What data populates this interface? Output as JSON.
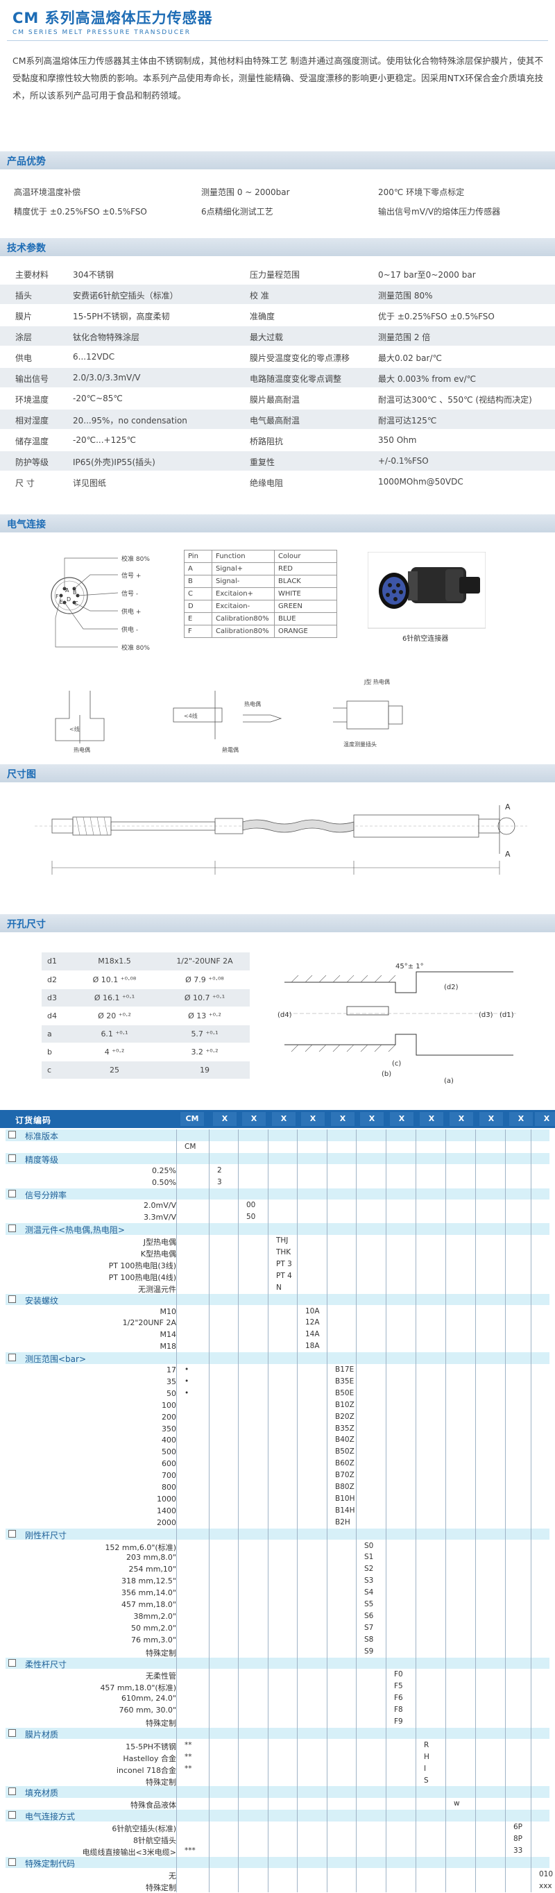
{
  "header": {
    "title": "CM 系列高温熔体压力传感器",
    "subtitle": "CM SERIES MELT PRESSURE TRANSDUCER"
  },
  "intro": "CM系列高温熔体压力传感器其主体由不锈钢制成，其他材料由特殊工艺 制造并通过高强度测试。使用钛化合物特殊涂层保护膜片，使其不受黏度和摩擦性较大物质的影响。本系列产品使用寿命长，测量性能精确、受温度漂移的影响更小更稳定。因采用NTX环保合金介质填充技术，所以该系列产品可用于食品和制药领域。",
  "sections": {
    "advantages": "产品优势",
    "specs": "技术参数",
    "electrical": "电气连接",
    "dimensions": "尺寸图",
    "hole": "开孔尺寸"
  },
  "advantages": [
    [
      "高温环境温度补偿",
      "测量范围 0 ~ 2000bar",
      "200℃ 环境下零点标定"
    ],
    [
      "精度优于 ±0.25%FSO   ±0.5%FSO",
      "6点精细化测试工艺",
      "输出信号mV/V的熔体压力传感器"
    ]
  ],
  "specs": [
    [
      "主要材料",
      "304不锈钢",
      "压力量程范围",
      "0~17 bar至0~2000 bar"
    ],
    [
      "插头",
      "安费诺6针航空插头（标准）",
      "校   准",
      "测量范围 80%"
    ],
    [
      "膜片",
      "15-5PH不锈钢，高度柔韧",
      "准确度",
      "优于 ±0.25%FSO    ±0.5%FSO"
    ],
    [
      "涂层",
      "钛化合物特殊涂层",
      "最大过载",
      "测量范围 2 倍"
    ],
    [
      "供电",
      "6...12VDC",
      "膜片受温度变化的零点漂移",
      "最大0.02 bar/℃"
    ],
    [
      "输出信号",
      "2.0/3.0/3.3mV/V",
      "电路随温度变化零点调整",
      "最大 0.003% from ev/℃"
    ],
    [
      "环境温度",
      "-20℃~85℃",
      "膜片最高耐温",
      "耐温可达300℃ 、550℃ (视结构而决定)"
    ],
    [
      "相对湿度",
      "20...95%，no condensation",
      "电气最高耐温",
      "耐温可达125℃"
    ],
    [
      "储存温度",
      "-20℃...+125℃",
      "桥路阻抗",
      " 350  Ohm"
    ],
    [
      "防护等级",
      "IP65(外壳)IP55(插头)",
      "重复性",
      "+/-0.1%FSO"
    ],
    [
      "尺   寸",
      "详见图纸",
      "绝缘电阻",
      "1000MOhm@50VDC"
    ]
  ],
  "connector": {
    "labels": [
      "校准  80%",
      "信号 +",
      "信号 -",
      "供电 +",
      "供电 -",
      "校准 80%"
    ],
    "pin_letters": [
      "A",
      "B",
      "C",
      "D",
      "E",
      "F"
    ],
    "pin_table_header": [
      "Pin",
      "Function",
      "Colour"
    ],
    "pins": [
      [
        "A",
        "Signal+",
        "RED"
      ],
      [
        "B",
        "Signal-",
        "BLACK"
      ],
      [
        "C",
        "Excitaion+",
        "WHITE"
      ],
      [
        "D",
        "Excitaion-",
        "GREEN"
      ],
      [
        "E",
        "Calibration80%",
        "BLUE"
      ],
      [
        "F",
        "Calibration80%",
        "ORANGE"
      ]
    ],
    "photo_caption": "6针航空连接器",
    "wiring_labels": [
      "热电偶",
      "熱電偶",
      "热电偶",
      "温度测量插头",
      "J型 热电偶"
    ]
  },
  "dimension_labels": [
    "A",
    "A"
  ],
  "hole_table": {
    "header": [
      "d1",
      "M18x1.5",
      "1/2\"-20UNF 2A"
    ],
    "rows": [
      [
        "d2",
        "Ø 10.1 ⁺⁰·⁰⁸",
        "Ø 7.9 ⁺⁰·⁰⁸"
      ],
      [
        "d3",
        "Ø 16.1 ⁺⁰·¹",
        "Ø 10.7 ⁺⁰·¹"
      ],
      [
        "d4",
        "Ø 20 ⁺⁰·²",
        "Ø 13 ⁺⁰·²"
      ],
      [
        "a",
        "6.1 ⁺⁰·¹",
        "5.7 ⁺⁰·¹"
      ],
      [
        "b",
        "4 ⁺⁰·²",
        "3.2 ⁺⁰·²"
      ],
      [
        "c",
        "25",
        "19"
      ]
    ],
    "diagram_labels": [
      "45°± 1°",
      "(d2)",
      "(d4)",
      "(d3)",
      "(d1)",
      "(c)",
      "(b)",
      "(a)"
    ]
  },
  "order": {
    "header_label": "订货编码",
    "header_cells": [
      "CM",
      "X",
      "X",
      "X",
      "X",
      "X",
      "X",
      "X",
      "X",
      "X",
      "X",
      "X",
      "X"
    ],
    "rows": [
      {
        "type": "cat",
        "text": "标准版本"
      },
      {
        "type": "item",
        "label": "",
        "codes": [
          [
            "CM",
            0
          ]
        ]
      },
      {
        "type": "cat",
        "text": "精度等级"
      },
      {
        "type": "item",
        "label": "0.25%",
        "codes": [
          [
            "2",
            1
          ]
        ]
      },
      {
        "type": "item",
        "label": "0.50%",
        "codes": [
          [
            "3",
            1
          ]
        ]
      },
      {
        "type": "cat",
        "text": "信号分辨率"
      },
      {
        "type": "item",
        "label": "2.0mV/V",
        "codes": [
          [
            "00",
            2
          ]
        ]
      },
      {
        "type": "item",
        "label": "3.3mV/V",
        "codes": [
          [
            "50",
            2
          ]
        ]
      },
      {
        "type": "cat",
        "text": "测温元件<热电偶,热电阻>"
      },
      {
        "type": "item",
        "label": "J型热电偶",
        "codes": [
          [
            "THJ",
            3
          ]
        ]
      },
      {
        "type": "item",
        "label": "K型热电偶",
        "codes": [
          [
            "THK",
            3
          ]
        ]
      },
      {
        "type": "item",
        "label": "PT 100热电阻(3线)",
        "codes": [
          [
            "PT 3",
            3
          ]
        ]
      },
      {
        "type": "item",
        "label": "PT 100热电阻(4线)",
        "codes": [
          [
            "PT 4",
            3
          ]
        ]
      },
      {
        "type": "item",
        "label": "无测温元件",
        "codes": [
          [
            "N",
            3
          ]
        ]
      },
      {
        "type": "cat",
        "text": "安装螺纹"
      },
      {
        "type": "item",
        "label": "M10",
        "codes": [
          [
            "10A",
            4
          ]
        ]
      },
      {
        "type": "item",
        "label": "1/2\"20UNF 2A",
        "codes": [
          [
            "12A",
            4
          ]
        ]
      },
      {
        "type": "item",
        "label": "M14",
        "codes": [
          [
            "14A",
            4
          ]
        ]
      },
      {
        "type": "item",
        "label": "M18",
        "codes": [
          [
            "18A",
            4
          ]
        ]
      },
      {
        "type": "cat",
        "text": "测压范围<bar>"
      },
      {
        "type": "item",
        "label": "17",
        "codes": [
          [
            "•",
            0
          ],
          [
            "B17E",
            5
          ]
        ]
      },
      {
        "type": "item",
        "label": "35",
        "codes": [
          [
            "•",
            0
          ],
          [
            "B35E",
            5
          ]
        ]
      },
      {
        "type": "item",
        "label": "50",
        "codes": [
          [
            "•",
            0
          ],
          [
            "B50E",
            5
          ]
        ]
      },
      {
        "type": "item",
        "label": "100",
        "codes": [
          [
            "B10Z",
            5
          ]
        ]
      },
      {
        "type": "item",
        "label": "200",
        "codes": [
          [
            "B20Z",
            5
          ]
        ]
      },
      {
        "type": "item",
        "label": "350",
        "codes": [
          [
            "B35Z",
            5
          ]
        ]
      },
      {
        "type": "item",
        "label": "400",
        "codes": [
          [
            "B40Z",
            5
          ]
        ]
      },
      {
        "type": "item",
        "label": "500",
        "codes": [
          [
            "B50Z",
            5
          ]
        ]
      },
      {
        "type": "item",
        "label": "600",
        "codes": [
          [
            "B60Z",
            5
          ]
        ]
      },
      {
        "type": "item",
        "label": "700",
        "codes": [
          [
            "B70Z",
            5
          ]
        ]
      },
      {
        "type": "item",
        "label": "800",
        "codes": [
          [
            "B80Z",
            5
          ]
        ]
      },
      {
        "type": "item",
        "label": "1000",
        "codes": [
          [
            "B10H",
            5
          ]
        ]
      },
      {
        "type": "item",
        "label": "1400",
        "codes": [
          [
            "B14H",
            5
          ]
        ]
      },
      {
        "type": "item",
        "label": "2000",
        "codes": [
          [
            "B2H",
            5
          ]
        ]
      },
      {
        "type": "cat",
        "text": "刚性杆尺寸"
      },
      {
        "type": "item",
        "label": "152 mm,6.0\"(标准)",
        "codes": [
          [
            "S0",
            6
          ]
        ]
      },
      {
        "type": "item",
        "label": "203 mm,8.0\"",
        "codes": [
          [
            "S1",
            6
          ]
        ]
      },
      {
        "type": "item",
        "label": "254 mm,10\"",
        "codes": [
          [
            "S2",
            6
          ]
        ]
      },
      {
        "type": "item",
        "label": "318 mm,12.5\"",
        "codes": [
          [
            "S3",
            6
          ]
        ]
      },
      {
        "type": "item",
        "label": "356 mm,14.0\"",
        "codes": [
          [
            "S4",
            6
          ]
        ]
      },
      {
        "type": "item",
        "label": "457 mm,18.0\"",
        "codes": [
          [
            "S5",
            6
          ]
        ]
      },
      {
        "type": "item",
        "label": "38mm,2.0\"",
        "codes": [
          [
            "S6",
            6
          ]
        ]
      },
      {
        "type": "item",
        "label": "50 mm,2.0\"",
        "codes": [
          [
            "S7",
            6
          ]
        ]
      },
      {
        "type": "item",
        "label": "76 mm,3.0\"",
        "codes": [
          [
            "S8",
            6
          ]
        ]
      },
      {
        "type": "item",
        "label": "特殊定制",
        "codes": [
          [
            "S9",
            6
          ]
        ]
      },
      {
        "type": "cat",
        "text": "柔性杆尺寸"
      },
      {
        "type": "item",
        "label": "无柔性管",
        "codes": [
          [
            "F0",
            7
          ]
        ]
      },
      {
        "type": "item",
        "label": "457 mm,18.0\"(标准)",
        "codes": [
          [
            "F5",
            7
          ]
        ]
      },
      {
        "type": "item",
        "label": "610mm, 24.0\"",
        "codes": [
          [
            "F6",
            7
          ]
        ]
      },
      {
        "type": "item",
        "label": "760 mm, 30.0\"",
        "codes": [
          [
            "F8",
            7
          ]
        ]
      },
      {
        "type": "item",
        "label": "特殊定制",
        "codes": [
          [
            "F9",
            7
          ]
        ]
      },
      {
        "type": "cat",
        "text": "膜片材质"
      },
      {
        "type": "item",
        "label": "15-5PH不锈钢",
        "codes": [
          [
            "**",
            0
          ],
          [
            "R",
            8
          ]
        ]
      },
      {
        "type": "item",
        "label": "Hastelloy 合金",
        "codes": [
          [
            "**",
            0
          ],
          [
            "H",
            8
          ]
        ]
      },
      {
        "type": "item",
        "label": "inconel 718合金",
        "codes": [
          [
            "**",
            0
          ],
          [
            "I",
            8
          ]
        ]
      },
      {
        "type": "item",
        "label": "特殊定制",
        "codes": [
          [
            "S",
            8
          ]
        ]
      },
      {
        "type": "cat",
        "text": "填充材质"
      },
      {
        "type": "item",
        "label": "特殊食品液体",
        "codes": [
          [
            "w",
            9
          ]
        ]
      },
      {
        "type": "cat",
        "text": "电气连接方式"
      },
      {
        "type": "item",
        "label": "6针航空插头(标准)",
        "codes": [
          [
            "6P",
            11
          ]
        ]
      },
      {
        "type": "item",
        "label": "8针航空插头",
        "codes": [
          [
            "8P",
            11
          ]
        ]
      },
      {
        "type": "item",
        "label": "电缆线直接输出<3米电缆>",
        "codes": [
          [
            "***",
            0
          ],
          [
            "33",
            11
          ]
        ]
      },
      {
        "type": "cat",
        "text": "特殊定制代码"
      },
      {
        "type": "item",
        "label": "无",
        "codes": [
          [
            "010",
            12
          ]
        ]
      },
      {
        "type": "item",
        "label": "特殊定制",
        "codes": [
          [
            "xxx",
            12
          ]
        ]
      }
    ]
  }
}
